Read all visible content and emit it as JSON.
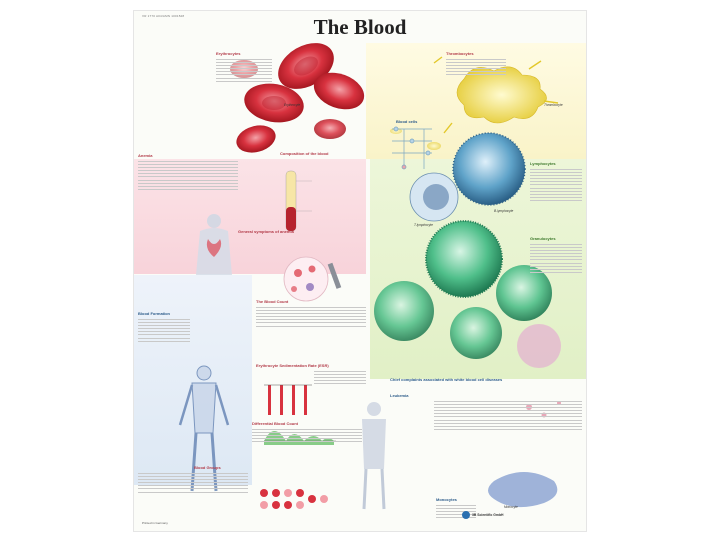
{
  "poster": {
    "code": "VR 1770 A04/AMN 1001528",
    "title": "The Blood",
    "publisher": "3B Scientific GmbH",
    "footer_note": "Printed in Germany"
  },
  "sections": {
    "erythrocytes": "Erythrocytes",
    "thrombocytes": "Thrombocytes",
    "blood_cells": "Blood cells",
    "anemia": "Anemia",
    "composition": "Composition of the blood",
    "symptoms_anemia": "General symptoms of anemia",
    "lymphocytes": "Lymphocytes",
    "granulocytes": "Granulocytes",
    "blood_formation": "Blood Formation",
    "blood_count": "The Blood Count",
    "esr": "Erythrocyte Sedimentation Rate (ESR)",
    "differential": "Differential Blood Count",
    "blood_groups": "Blood Groups",
    "complaints": "Chief complaints associated with white blood cell diseases",
    "leukemia": "Leukemia",
    "monocytes": "Monocytes"
  },
  "labels": {
    "erythrocyte": "Erythrocyte",
    "thrombocyte": "Thrombocyte",
    "t_lymphocyte": "T-lymphocyte",
    "b_lymphocyte": "B-lymphocyte",
    "monocyte": "Monocyte"
  },
  "colors": {
    "rbc": "#d8323f",
    "platelet": "#f0e04a",
    "lymph": "#5fa3c9",
    "granulo": "#4fbf8a",
    "accent": "#b23a48"
  }
}
